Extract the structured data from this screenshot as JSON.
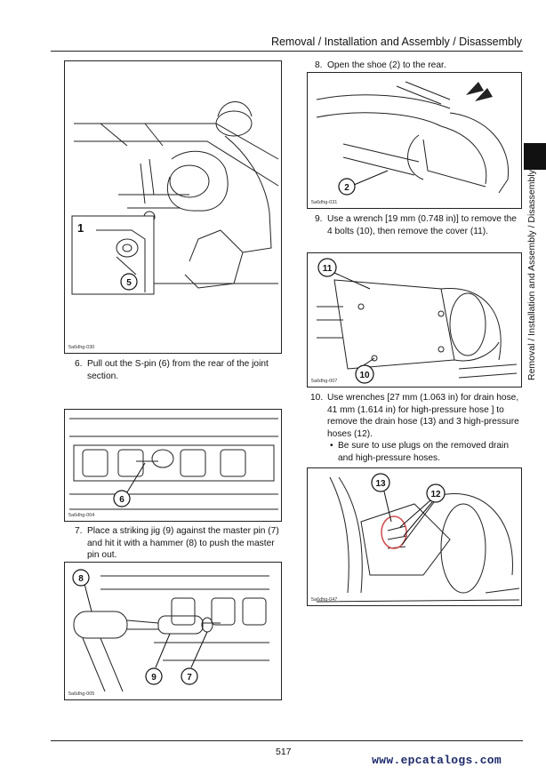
{
  "header": {
    "title": "Removal / Installation and Assembly / Disassembly",
    "side_text": "Removal / Installation and Assembly / Disassembly"
  },
  "left_column": {
    "fig1": {
      "id": "5a6dhg-030",
      "callouts": [
        "1",
        "5"
      ]
    },
    "step6": {
      "num": "6.",
      "text": "Pull out the S-pin (6) from the rear of the joint section."
    },
    "fig2": {
      "id": "5a6dhg-004",
      "callouts": [
        "6"
      ]
    },
    "step7": {
      "num": "7.",
      "text": "Place a striking jig (9) against the master pin (7) and hit it with a hammer (8) to push the master pin out."
    },
    "fig3": {
      "id": "5a6dhg-005",
      "callouts": [
        "8",
        "9",
        "7"
      ]
    }
  },
  "right_column": {
    "step8": {
      "num": "8.",
      "text": "Open the shoe (2) to the rear."
    },
    "fig4": {
      "id": "5a6dhg-031",
      "callouts": [
        "2"
      ]
    },
    "step9": {
      "num": "9.",
      "text": "Use a wrench [19 mm (0.748 in)] to remove the 4 bolts (10), then remove the cover (11)."
    },
    "fig5": {
      "id": "5a6dhg-007",
      "callouts": [
        "11",
        "10"
      ]
    },
    "step10": {
      "num": "10.",
      "text": "Use wrenches [27 mm (1.063 in) for drain hose, 41 mm (1.614 in) for high-pressure hose ] to remove the drain hose (13) and 3 high-pressure hoses (12).",
      "bullet_mark": "•",
      "bullet": "Be sure to use plugs on the removed drain and high-pressure hoses."
    },
    "fig6": {
      "id": "5a6dhg-047",
      "callouts": [
        "13",
        "12"
      ]
    }
  },
  "footer": {
    "page_number": "517",
    "watermark": "www.epcatalogs.com"
  },
  "colors": {
    "text": "#111111",
    "watermark": "#1e2a6a",
    "highlight_ring": "#d04a4a"
  }
}
